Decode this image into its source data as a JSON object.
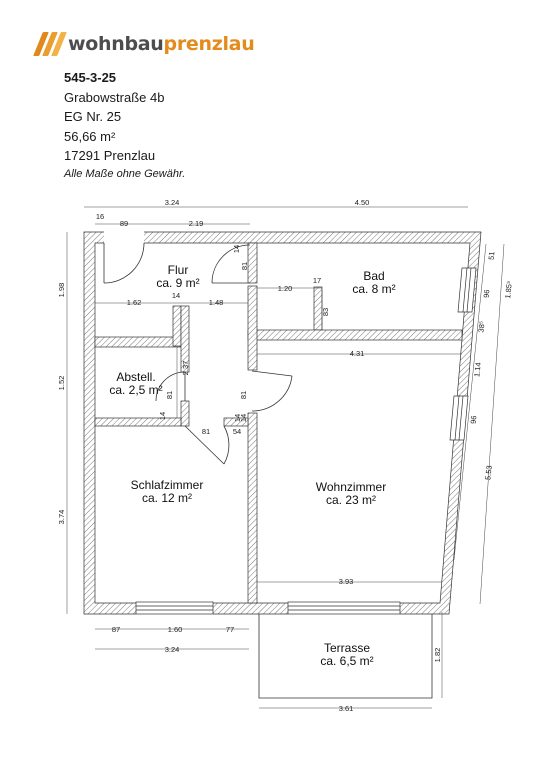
{
  "brand": {
    "name_part1": "wohnbau",
    "name_part2": "prenzlau"
  },
  "unit": {
    "id": "545-3-25",
    "street": "Grabowstraße 4b",
    "floor": "EG Nr. 25",
    "area": "56,66 m²",
    "city": "17291 Prenzlau",
    "note": "Alle Maße ohne Gewähr."
  },
  "rooms": {
    "flur": {
      "name": "Flur",
      "area": "ca. 9 m²"
    },
    "bad": {
      "name": "Bad",
      "area": "ca. 8 m²"
    },
    "abstell": {
      "name": "Abstell.",
      "area": "ca. 2,5 m²"
    },
    "schlafzimmer": {
      "name": "Schlafzimmer",
      "area": "ca. 12 m²"
    },
    "wohnzimmer": {
      "name": "Wohnzimmer",
      "area": "ca. 23 m²"
    },
    "terrasse": {
      "name": "Terrasse",
      "area": "ca. 6,5 m²"
    }
  },
  "dimensions": {
    "top_left_width": "3.24",
    "top_right_width": "4.50",
    "door_offset": "16",
    "door_width": "89",
    "flur_width": "2.19",
    "flur_wall_a": "14",
    "flur_wall_b": "81",
    "flur_left": "1.62",
    "flur_mid_wall": "14",
    "flur_right": "1.48",
    "bad_width": "1.20",
    "bad_wall": "17",
    "bad_depth": "83",
    "wohn_width_top": "4.31",
    "abstell_height": "2.37",
    "abstell_door": "81",
    "abstell_wall": "14",
    "schlaf_door_left": "14",
    "schlaf_door_width": "81",
    "schlaf_gap": "54",
    "wohn_door_wall": "14",
    "wohn_door": "81",
    "left_height_1": "1.98",
    "left_height_2": "1.52",
    "left_height_3": "3.74",
    "right_51": "51",
    "right_96a": "96",
    "right_185": "1.85⁵",
    "right_38": "38⁵",
    "right_114": "1.14",
    "right_96b": "96",
    "right_553": "5.53",
    "wohn_width_bottom": "3.93",
    "bottom_87": "87",
    "bottom_160": "1.60",
    "bottom_77": "77",
    "bottom_324": "3.24",
    "terrace_depth": "1.82",
    "terrace_width": "3.61"
  }
}
